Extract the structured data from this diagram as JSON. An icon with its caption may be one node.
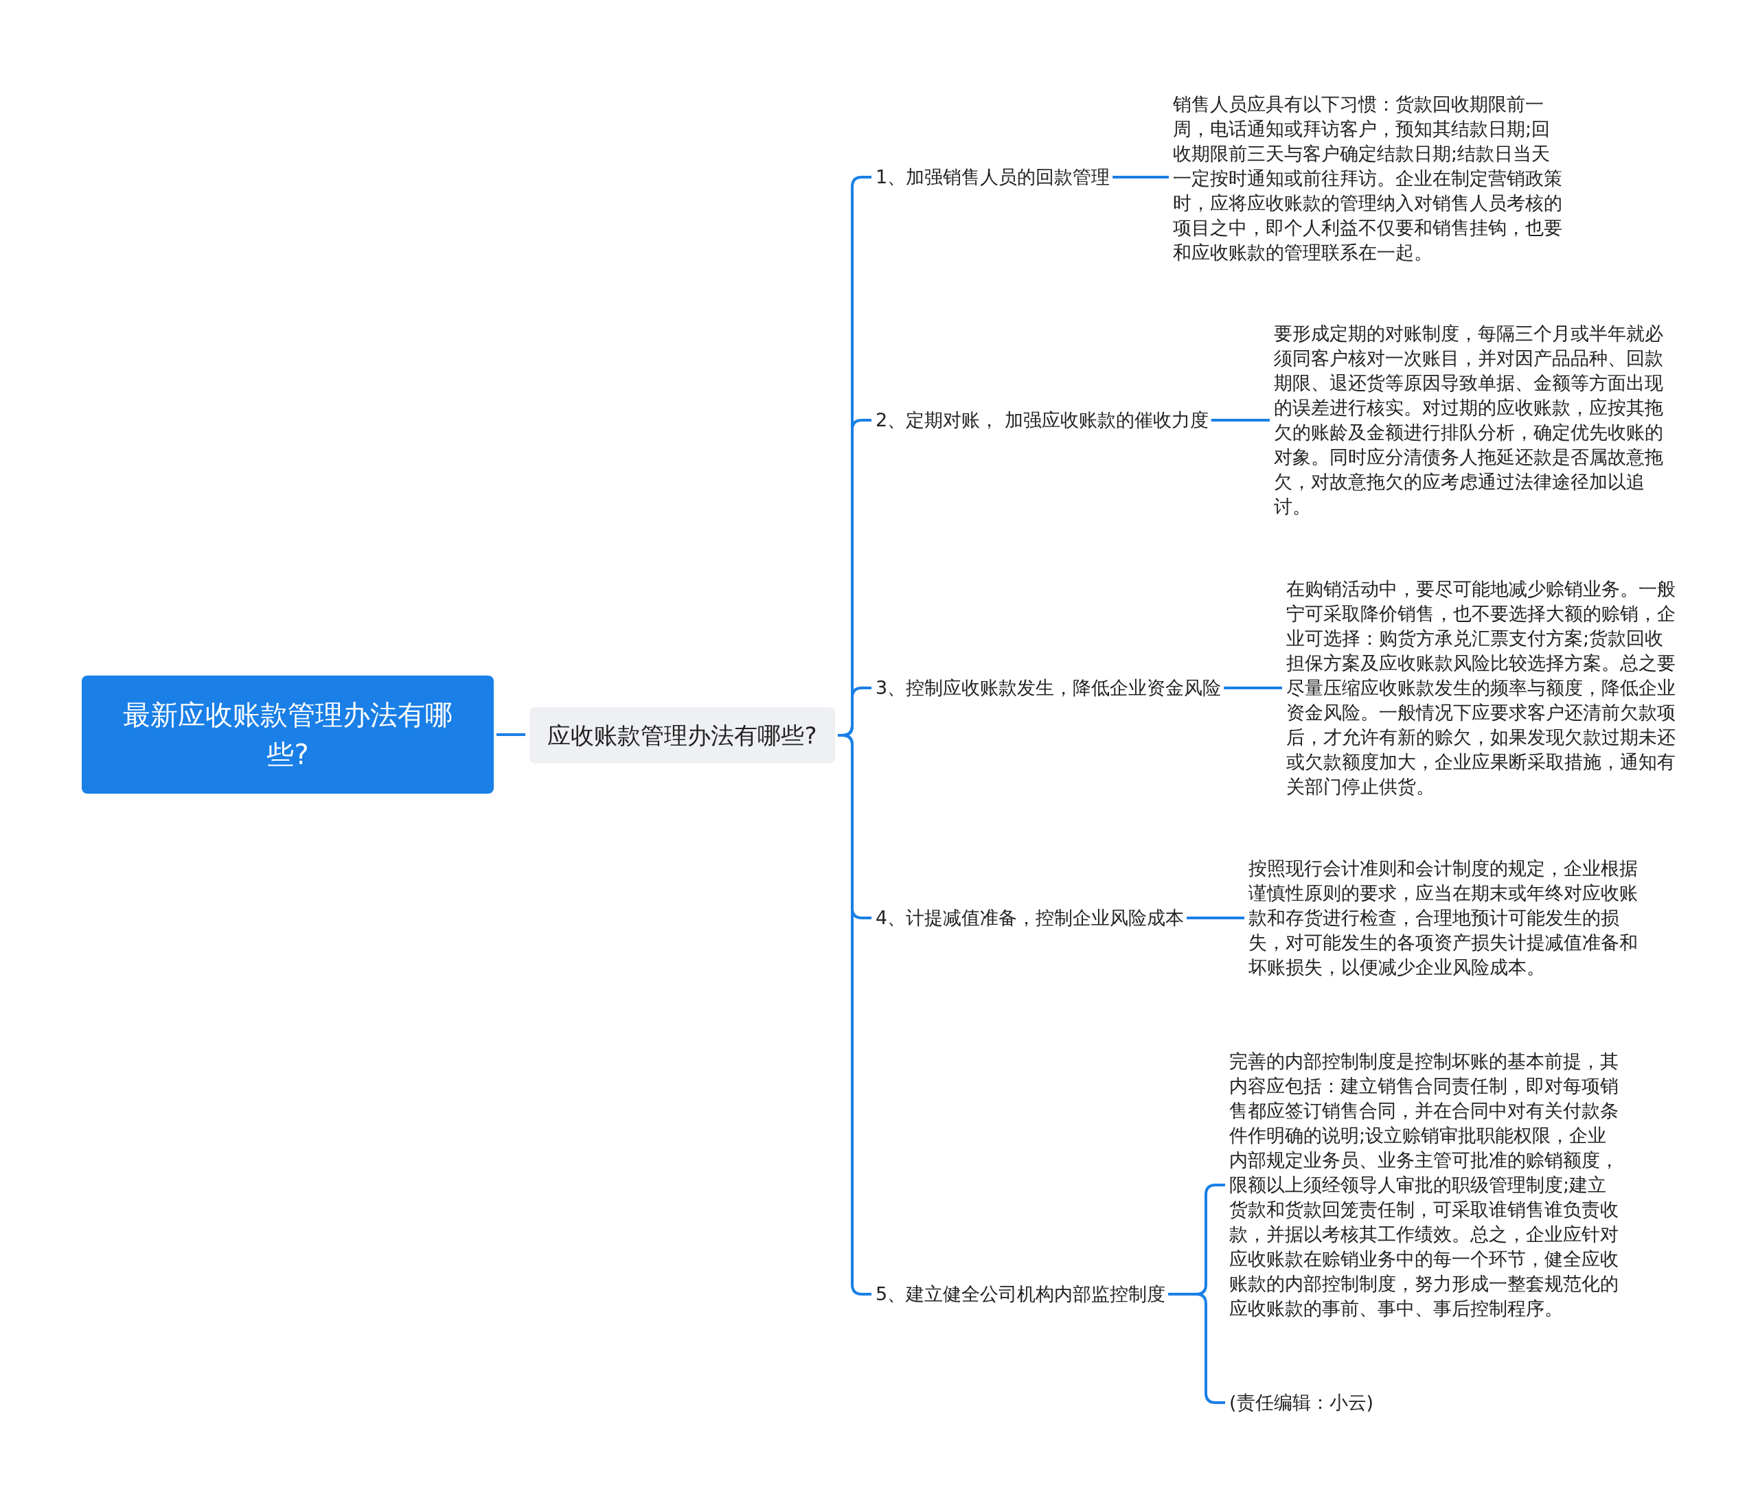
{
  "diagram": {
    "nodes": [
      {
        "text": [
          "最新应收账款管理办法有哪些?"
        ]
      },
      {
        "text": [
          "应收账款管理办法有哪些?"
        ]
      },
      {
        "text": [
          "1、加强销售人员的回款管理"
        ]
      },
      {
        "text": [
          "2、定期对账， 加强应收账款的催收力度"
        ]
      },
      {
        "text": [
          "3、控制应收账款发生，降低企业资金风险"
        ]
      },
      {
        "text": [
          "4、计提减值准备，控制企业风险成本"
        ]
      },
      {
        "text": [
          "5、建立健全公司机构内部监控制度"
        ]
      },
      {
        "text": [
          "销售人员应具有以下习惯：货款回收期限前一周，电话通知或拜访客户，预知其结款日期;回收期限前三天与客户确定结款日期;结款日当天一定按时通知或前往拜访。企业在制定营销政策时，应将应收账款的管理纳入对销售人员考核的项目之中，即个人利益不仅要和销售挂钩，也要和应收账款的管理联系在一起。"
        ]
      },
      {
        "text": [
          "要形成定期的对账制度，每隔三个月或半年就必须同客户核对一次账目，并对因产品品种、回款期限、退还货等原因导致单据、金额等方面出现的误差进行核实。对过期的应收账款，应按其拖欠的账龄及金额进行排队分析，确定优先收账的对象。同时应分清债务人拖延还款是否属故意拖欠，对故意拖欠的应考虑通过法律途径加以追讨。"
        ]
      },
      {
        "text": [
          "在购销活动中，要尽可能地减少赊销业务。一般宁可采取降价销售，也不要选择大额的赊销，企业可选择：购货方承兑汇票支付方案;货款回收担保方案及应收账款风险比较选择方案。总之要尽量压缩应收账款发生的频率与额度，降低企业资金风险。一般情况下应要求客户还清前欠款项后，才允许有新的赊欠，如果发现欠款过期未还或欠款额度加大，企业应果断采取措施，通知有关部门停止供货。"
        ]
      },
      {
        "text": [
          "按照现行会计准则和会计制度的规定，企业根据谨慎性原则的要求，应当在期末或年终对应收账款和存货进行检查，合理地预计可能发生的损失，对可能发生的各项资产损失计提减值准备和坏账损失，以便减少企业风险成本。"
        ]
      },
      {
        "text": [
          "完善的内部控制制度是控制坏账的基本前提，其内容应包括：建立销售合同责任制，即对每项销售都应签订销售合同，并在合同中对有关付款条件作明确的说明;设立赊销审批职能权限，企业内部规定业务员、业务主管可批准的赊销额度，限额以上须经领导人审批的职级管理制度;建立货款和货款回笼责任制，可采取谁销售谁负责收款，并据以考核其工作绩效。总之，企业应针对应收账款在赊销业务中的每一个环节，健全应收账款的内部控制制度，努力形成一整套规范化的应收账款的事前、事中、事后控制程序。"
        ]
      },
      {
        "text": [
          "(责任编辑：小云)"
        ]
      }
    ],
    "edges": [
      {
        "from": 0,
        "to": 1,
        "arrow": "none"
      },
      {
        "from": 1,
        "to": 2,
        "arrow": "none"
      },
      {
        "from": 1,
        "to": 3,
        "arrow": "none"
      },
      {
        "from": 1,
        "to": 4,
        "arrow": "none"
      },
      {
        "from": 1,
        "to": 5,
        "arrow": "none"
      },
      {
        "from": 1,
        "to": 6,
        "arrow": "none"
      },
      {
        "from": 2,
        "to": 7,
        "arrow": "none"
      },
      {
        "from": 3,
        "to": 8,
        "arrow": "none"
      },
      {
        "from": 4,
        "to": 9,
        "arrow": "none"
      },
      {
        "from": 5,
        "to": 10,
        "arrow": "none"
      },
      {
        "from": 6,
        "to": 11,
        "arrow": "none"
      },
      {
        "from": 6,
        "to": 12,
        "arrow": "none"
      }
    ]
  }
}
